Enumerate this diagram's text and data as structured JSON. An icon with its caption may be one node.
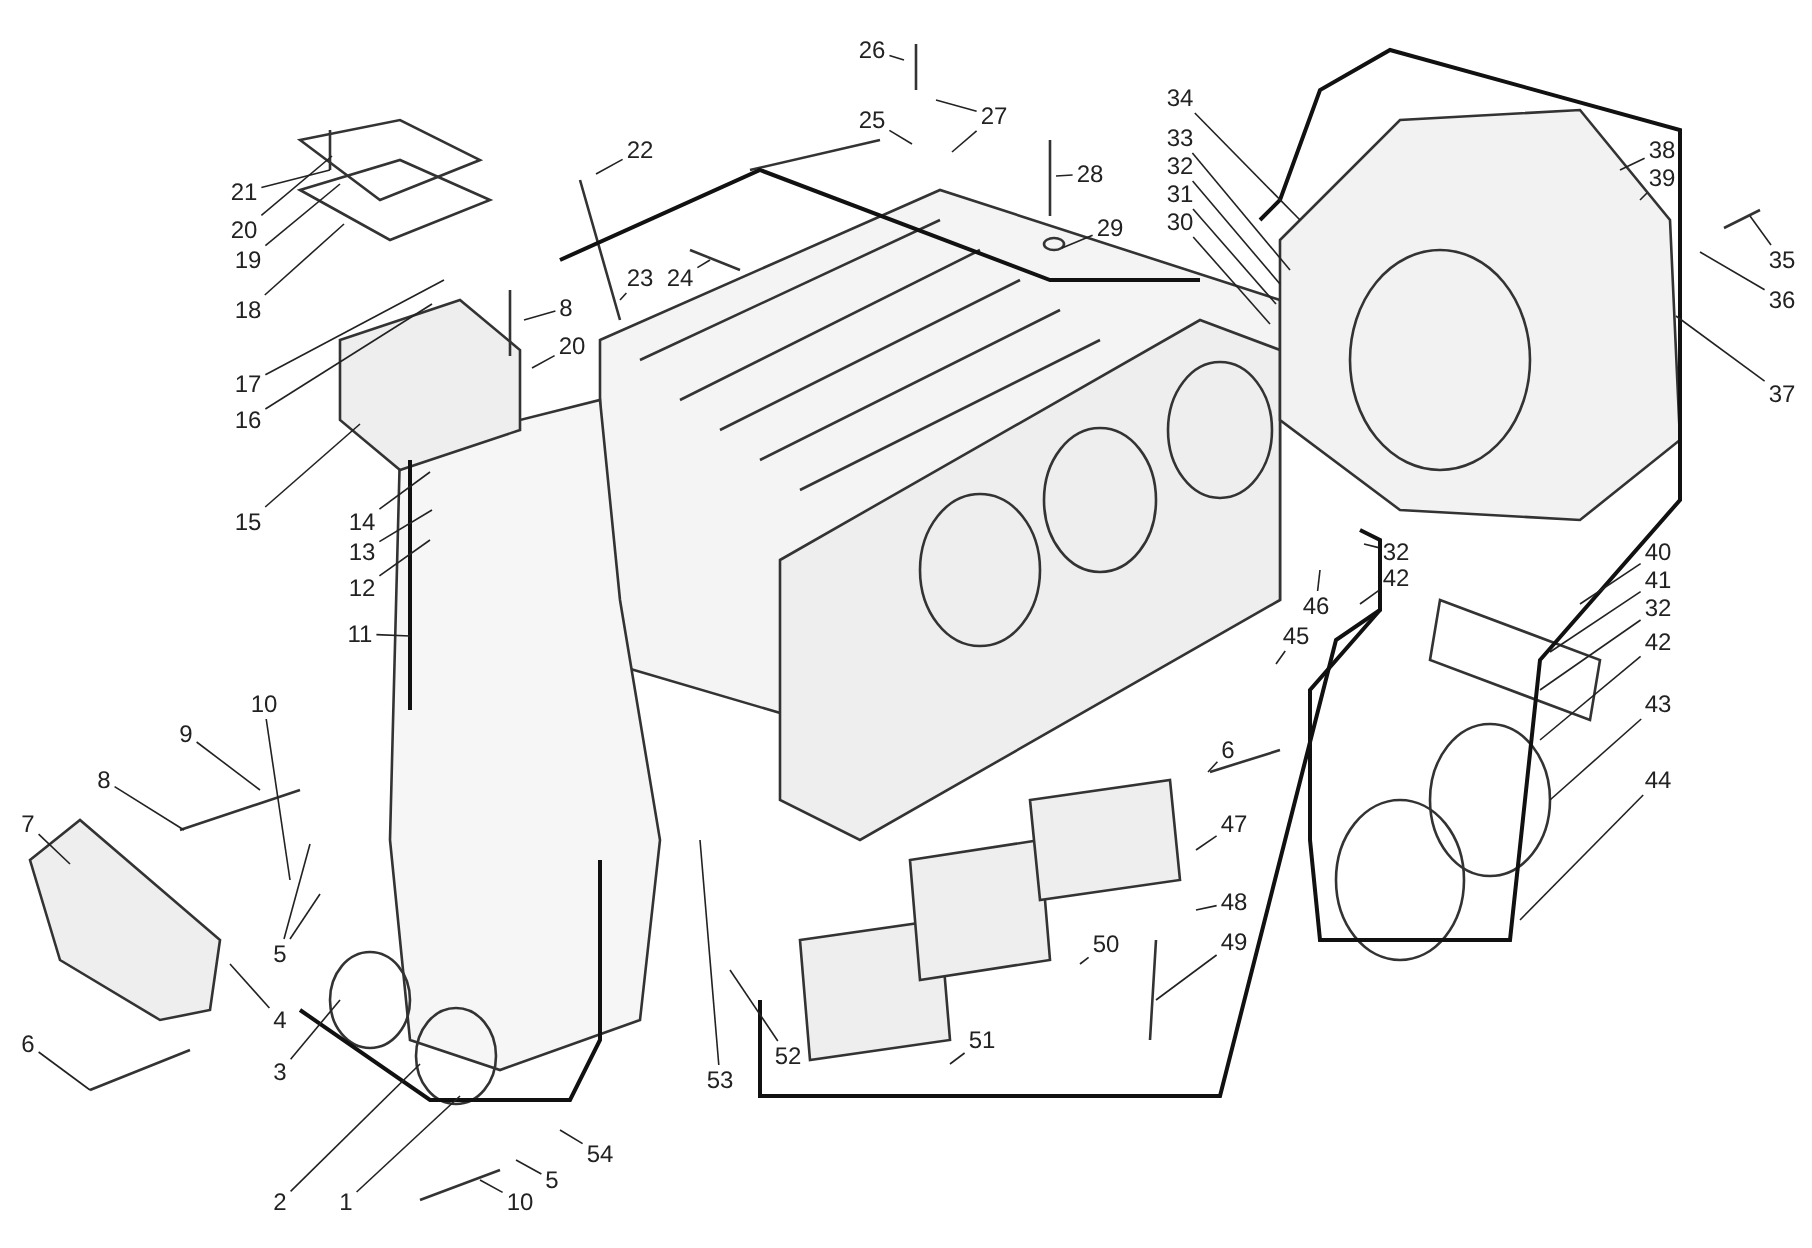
{
  "diagram": {
    "nodes": [
      {
        "text": [
          "21"
        ]
      },
      {
        "text": [
          "20"
        ]
      },
      {
        "text": [
          "19"
        ]
      },
      {
        "text": [
          "18"
        ]
      },
      {
        "text": [
          "17"
        ]
      },
      {
        "text": [
          "16"
        ]
      },
      {
        "text": [
          "15"
        ]
      },
      {
        "text": [
          "14"
        ]
      },
      {
        "text": [
          "13"
        ]
      },
      {
        "text": [
          "12"
        ]
      },
      {
        "text": [
          "11"
        ]
      },
      {
        "text": [
          "10"
        ]
      },
      {
        "text": [
          "9"
        ]
      },
      {
        "text": [
          "8"
        ]
      },
      {
        "text": [
          "7"
        ]
      },
      {
        "text": [
          "6"
        ]
      },
      {
        "text": [
          "4"
        ]
      },
      {
        "text": [
          "5"
        ]
      },
      {
        "text": [
          "3"
        ]
      },
      {
        "text": [
          "2"
        ]
      },
      {
        "text": [
          "1"
        ]
      },
      {
        "text": [
          "10"
        ]
      },
      {
        "text": [
          "5"
        ]
      },
      {
        "text": [
          "54"
        ]
      },
      {
        "text": [
          "53"
        ]
      },
      {
        "text": [
          "52"
        ]
      },
      {
        "text": [
          "8"
        ]
      },
      {
        "text": [
          "20"
        ]
      },
      {
        "text": [
          "22"
        ]
      },
      {
        "text": [
          "23"
        ]
      },
      {
        "text": [
          "24"
        ]
      },
      {
        "text": [
          "26"
        ]
      },
      {
        "text": [
          "25"
        ]
      },
      {
        "text": [
          "27"
        ]
      },
      {
        "text": [
          "28"
        ]
      },
      {
        "text": [
          "29"
        ]
      },
      {
        "text": [
          "34"
        ]
      },
      {
        "text": [
          "33"
        ]
      },
      {
        "text": [
          "32"
        ]
      },
      {
        "text": [
          "31"
        ]
      },
      {
        "text": [
          "30"
        ]
      },
      {
        "text": [
          "38"
        ]
      },
      {
        "text": [
          "39"
        ]
      },
      {
        "text": [
          "35"
        ]
      },
      {
        "text": [
          "36"
        ]
      },
      {
        "text": [
          "37"
        ]
      },
      {
        "text": [
          "32"
        ]
      },
      {
        "text": [
          "42"
        ]
      },
      {
        "text": [
          "46"
        ]
      },
      {
        "text": [
          "45"
        ]
      },
      {
        "text": [
          "40"
        ]
      },
      {
        "text": [
          "41"
        ]
      },
      {
        "text": [
          "32"
        ]
      },
      {
        "text": [
          "42"
        ]
      },
      {
        "text": [
          "43"
        ]
      },
      {
        "text": [
          "44"
        ]
      },
      {
        "text": [
          "6"
        ]
      },
      {
        "text": [
          "47"
        ]
      },
      {
        "text": [
          "48"
        ]
      },
      {
        "text": [
          "49"
        ]
      },
      {
        "text": [
          "50"
        ]
      },
      {
        "text": [
          "51"
        ]
      }
    ],
    "edges": [
      {
        "from": 0,
        "to": null,
        "arrow": "none"
      },
      {
        "from": 1,
        "to": null,
        "arrow": "none"
      },
      {
        "from": 2,
        "to": null,
        "arrow": "none"
      },
      {
        "from": 3,
        "to": null,
        "arrow": "none"
      },
      {
        "from": 4,
        "to": null,
        "arrow": "none"
      },
      {
        "from": 5,
        "to": null,
        "arrow": "none"
      },
      {
        "from": 6,
        "to": null,
        "arrow": "none"
      },
      {
        "from": 7,
        "to": null,
        "arrow": "none"
      },
      {
        "from": 8,
        "to": null,
        "arrow": "none"
      },
      {
        "from": 9,
        "to": null,
        "arrow": "none"
      },
      {
        "from": 10,
        "to": null,
        "arrow": "none"
      },
      {
        "from": 11,
        "to": null,
        "arrow": "none"
      },
      {
        "from": 12,
        "to": null,
        "arrow": "none"
      },
      {
        "from": 13,
        "to": null,
        "arrow": "none"
      },
      {
        "from": 14,
        "to": null,
        "arrow": "none"
      },
      {
        "from": 15,
        "to": null,
        "arrow": "none"
      },
      {
        "from": 16,
        "to": null,
        "arrow": "none"
      },
      {
        "from": 17,
        "to": null,
        "arrow": "none"
      },
      {
        "from": 18,
        "to": null,
        "arrow": "none"
      },
      {
        "from": 19,
        "to": null,
        "arrow": "none"
      },
      {
        "from": 20,
        "to": null,
        "arrow": "none"
      },
      {
        "from": 21,
        "to": null,
        "arrow": "none"
      },
      {
        "from": 22,
        "to": null,
        "arrow": "none"
      },
      {
        "from": 23,
        "to": null,
        "arrow": "none"
      },
      {
        "from": 24,
        "to": null,
        "arrow": "none"
      },
      {
        "from": 25,
        "to": null,
        "arrow": "none"
      },
      {
        "from": 26,
        "to": null,
        "arrow": "none"
      },
      {
        "from": 27,
        "to": null,
        "arrow": "none"
      },
      {
        "from": 28,
        "to": null,
        "arrow": "none"
      },
      {
        "from": 29,
        "to": null,
        "arrow": "none"
      },
      {
        "from": 30,
        "to": null,
        "arrow": "none"
      },
      {
        "from": 31,
        "to": null,
        "arrow": "none"
      },
      {
        "from": 32,
        "to": null,
        "arrow": "none"
      },
      {
        "from": 33,
        "to": null,
        "arrow": "none"
      },
      {
        "from": 34,
        "to": null,
        "arrow": "none"
      },
      {
        "from": 35,
        "to": null,
        "arrow": "none"
      },
      {
        "from": 36,
        "to": null,
        "arrow": "none"
      },
      {
        "from": 37,
        "to": null,
        "arrow": "none"
      },
      {
        "from": 38,
        "to": null,
        "arrow": "none"
      },
      {
        "from": 39,
        "to": null,
        "arrow": "none"
      },
      {
        "from": 40,
        "to": null,
        "arrow": "none"
      },
      {
        "from": 41,
        "to": null,
        "arrow": "none"
      },
      {
        "from": 42,
        "to": null,
        "arrow": "none"
      },
      {
        "from": 43,
        "to": null,
        "arrow": "none"
      },
      {
        "from": 44,
        "to": null,
        "arrow": "none"
      },
      {
        "from": 45,
        "to": null,
        "arrow": "none"
      },
      {
        "from": 46,
        "to": null,
        "arrow": "none"
      },
      {
        "from": 47,
        "to": null,
        "arrow": "none"
      },
      {
        "from": 48,
        "to": null,
        "arrow": "none"
      },
      {
        "from": 49,
        "to": null,
        "arrow": "none"
      },
      {
        "from": 50,
        "to": null,
        "arrow": "none"
      },
      {
        "from": 51,
        "to": null,
        "arrow": "none"
      },
      {
        "from": 52,
        "to": null,
        "arrow": "none"
      },
      {
        "from": 53,
        "to": null,
        "arrow": "none"
      },
      {
        "from": 54,
        "to": null,
        "arrow": "none"
      },
      {
        "from": 55,
        "to": null,
        "arrow": "none"
      },
      {
        "from": 56,
        "to": null,
        "arrow": "none"
      },
      {
        "from": 57,
        "to": null,
        "arrow": "none"
      },
      {
        "from": 58,
        "to": null,
        "arrow": "none"
      },
      {
        "from": 59,
        "to": null,
        "arrow": "none"
      },
      {
        "from": 60,
        "to": null,
        "arrow": "none"
      },
      {
        "from": 61,
        "to": null,
        "arrow": "none"
      },
      {
        "from": 17,
        "to": null,
        "arrow": "none"
      },
      {
        "from": 33,
        "to": null,
        "arrow": "none"
      }
    ]
  }
}
